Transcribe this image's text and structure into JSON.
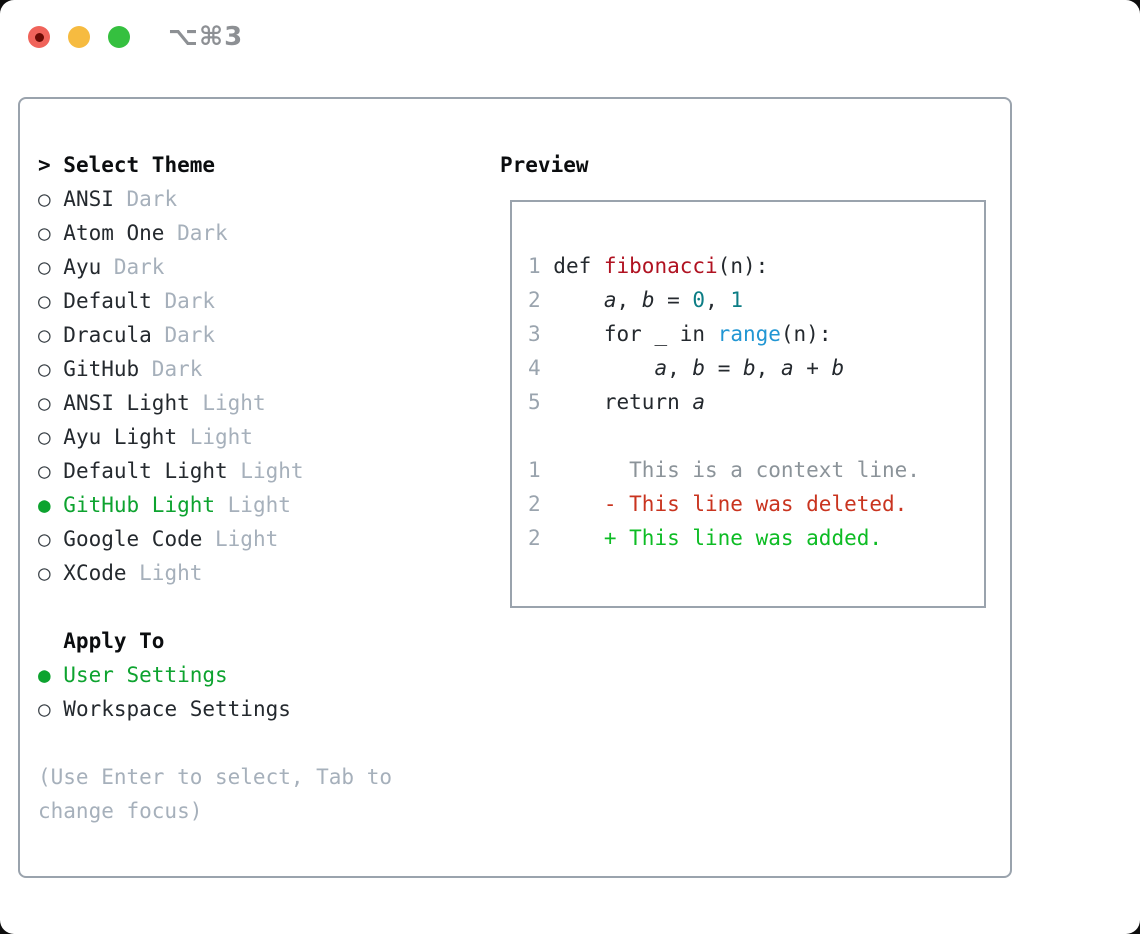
{
  "titlebar": {
    "shortcut": "⌥⌘3",
    "lights": [
      "close",
      "minimize",
      "zoom"
    ]
  },
  "theme_panel": {
    "prefix": "> ",
    "header": "Select Theme",
    "items": [
      {
        "bullet": "○",
        "name": "ANSI",
        "variant": "Dark",
        "selected": false
      },
      {
        "bullet": "○",
        "name": "Atom One",
        "variant": "Dark",
        "selected": false
      },
      {
        "bullet": "○",
        "name": "Ayu",
        "variant": "Dark",
        "selected": false
      },
      {
        "bullet": "○",
        "name": "Default",
        "variant": "Dark",
        "selected": false
      },
      {
        "bullet": "○",
        "name": "Dracula",
        "variant": "Dark",
        "selected": false
      },
      {
        "bullet": "○",
        "name": "GitHub",
        "variant": "Dark",
        "selected": false
      },
      {
        "bullet": "○",
        "name": "ANSI Light",
        "variant": "Light",
        "selected": false
      },
      {
        "bullet": "○",
        "name": "Ayu Light",
        "variant": "Light",
        "selected": false
      },
      {
        "bullet": "○",
        "name": "Default Light",
        "variant": "Light",
        "selected": false
      },
      {
        "bullet": "●",
        "name": "GitHub Light",
        "variant": "Light",
        "selected": true
      },
      {
        "bullet": "○",
        "name": "Google Code",
        "variant": "Light",
        "selected": false
      },
      {
        "bullet": "○",
        "name": "XCode",
        "variant": "Light",
        "selected": false
      }
    ],
    "apply_to": {
      "header": "Apply To",
      "options": [
        {
          "bullet": "●",
          "label": "User Settings",
          "selected": true
        },
        {
          "bullet": "○",
          "label": "Workspace Settings",
          "selected": false
        }
      ]
    },
    "hint_lines": [
      "(Use Enter to select, Tab to",
      "change focus)"
    ]
  },
  "preview": {
    "header": "Preview",
    "code_lines": [
      {
        "num": "1",
        "tokens": [
          {
            "t": "def ",
            "c": "plain"
          },
          {
            "t": "fibonacci",
            "c": "func"
          },
          {
            "t": "(n):",
            "c": "plain"
          }
        ]
      },
      {
        "num": "2",
        "tokens": [
          {
            "t": "    ",
            "c": "plain"
          },
          {
            "t": "a",
            "c": "var"
          },
          {
            "t": ", ",
            "c": "plain"
          },
          {
            "t": "b",
            "c": "var"
          },
          {
            "t": " = ",
            "c": "plain"
          },
          {
            "t": "0",
            "c": "num"
          },
          {
            "t": ", ",
            "c": "plain"
          },
          {
            "t": "1",
            "c": "num"
          }
        ]
      },
      {
        "num": "3",
        "tokens": [
          {
            "t": "    for _ in ",
            "c": "plain"
          },
          {
            "t": "range",
            "c": "builtin"
          },
          {
            "t": "(n):",
            "c": "plain"
          }
        ]
      },
      {
        "num": "4",
        "tokens": [
          {
            "t": "        ",
            "c": "plain"
          },
          {
            "t": "a",
            "c": "var"
          },
          {
            "t": ", ",
            "c": "plain"
          },
          {
            "t": "b",
            "c": "var"
          },
          {
            "t": " = ",
            "c": "plain"
          },
          {
            "t": "b",
            "c": "var"
          },
          {
            "t": ", ",
            "c": "plain"
          },
          {
            "t": "a",
            "c": "var"
          },
          {
            "t": " + ",
            "c": "plain"
          },
          {
            "t": "b",
            "c": "var"
          }
        ]
      },
      {
        "num": "5",
        "tokens": [
          {
            "t": "    return ",
            "c": "plain"
          },
          {
            "t": "a",
            "c": "var"
          }
        ]
      },
      {
        "num": "",
        "tokens": []
      },
      {
        "num": "1",
        "tokens": [
          {
            "t": "      This is a context line.",
            "c": "context"
          }
        ]
      },
      {
        "num": "2",
        "tokens": [
          {
            "t": "    - This line was deleted.",
            "c": "deleted"
          }
        ]
      },
      {
        "num": "2",
        "tokens": [
          {
            "t": "    + This line was added.",
            "c": "added"
          }
        ]
      }
    ]
  },
  "colors": {
    "accent-green": "#0da32f",
    "diff-added-green": "#0dbc24",
    "diff-deleted-red": "#c9341f",
    "function-red": "#b01221",
    "number-teal": "#0c7d85",
    "builtin-blue": "#2196d3",
    "text-primary": "#24292e",
    "muted-gray": "#a6b0bb",
    "line-number-gray": "#9aa4ae",
    "context-gray": "#8b9399",
    "border-gray": "#9aa3ad",
    "traffic-red": "#f0635a",
    "traffic-red-dot": "#6b0b04",
    "traffic-yellow": "#f6bb40",
    "traffic-green": "#35c03f"
  }
}
